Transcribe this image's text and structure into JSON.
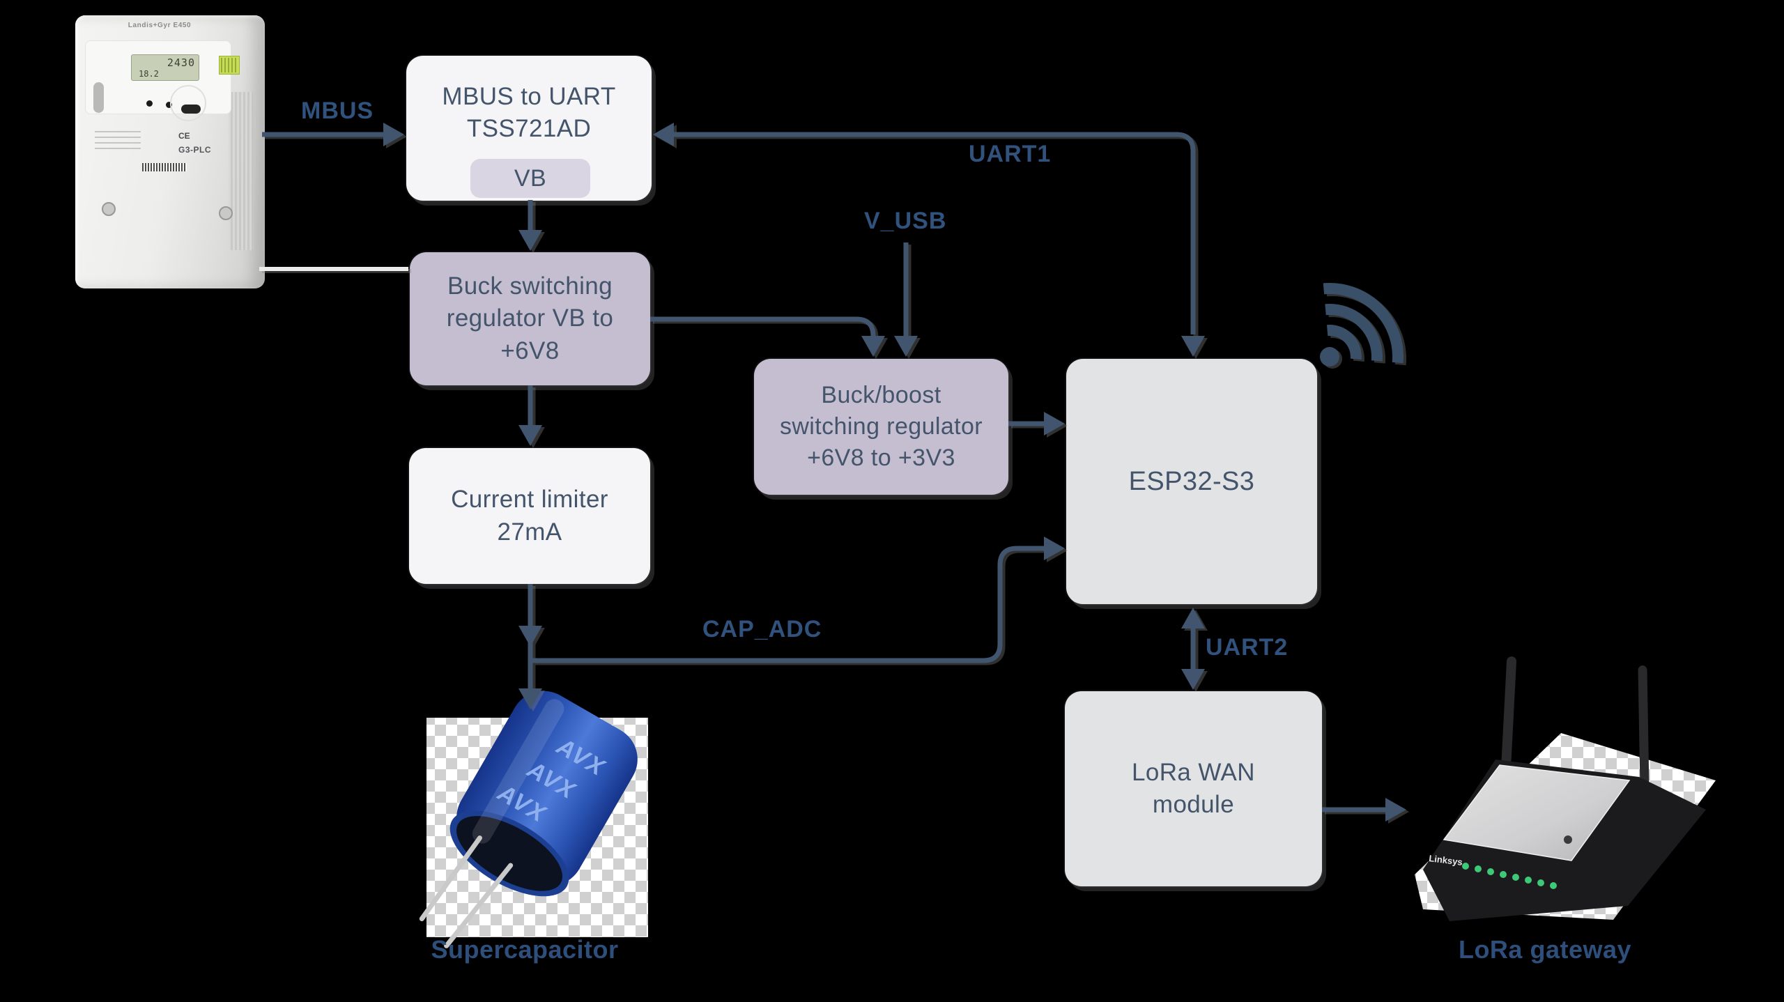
{
  "diagram": {
    "nodes": {
      "mbus": {
        "lines": [
          "MBUS to UART",
          "TSS721AD"
        ],
        "tag": "VB"
      },
      "buck": {
        "lines": [
          "Buck switching",
          "regulator VB to",
          "+6V8"
        ]
      },
      "buckboost": {
        "lines": [
          "Buck/boost",
          "switching regulator",
          "+6V8 to +3V3"
        ]
      },
      "esp32": {
        "lines": [
          "ESP32-S3"
        ]
      },
      "limiter": {
        "lines": [
          "Current limiter",
          "27mA"
        ]
      },
      "lorawan": {
        "lines": [
          "LoRa WAN",
          "module"
        ]
      }
    },
    "wire_labels": {
      "mbus": "MBUS",
      "uart1": "UART1",
      "v_usb": "V_USB",
      "cap_adc": "CAP_ADC",
      "uart2": "UART2"
    },
    "captions": {
      "supercapacitor": "Supercapacitor",
      "gateway": "LoRa gateway"
    },
    "meter": {
      "brand_model": "Landis+Gyr E450",
      "lcd_top": "2430",
      "lcd_bottom": "18.2",
      "ce_mark": "CE",
      "plc_label": "G3-PLC"
    },
    "capacitor": {
      "logo": "AVX"
    },
    "gateway_device": {
      "brand": "Linksys"
    },
    "colors": {
      "background": "#000000",
      "wire": "#41566e",
      "wire_label_text": "#32527e",
      "caption_text": "#2e4e7b",
      "box_text": "#44556b",
      "box_light": "#f5f5f7",
      "box_lavender": "#c5bed1",
      "box_gray": "#e2e3e4",
      "vb_tag": "#d9d5e2",
      "capacitor_blue": "#2b55b4",
      "led_green": "#3ec878",
      "meter_sticker_green": "#c8dd55"
    }
  }
}
